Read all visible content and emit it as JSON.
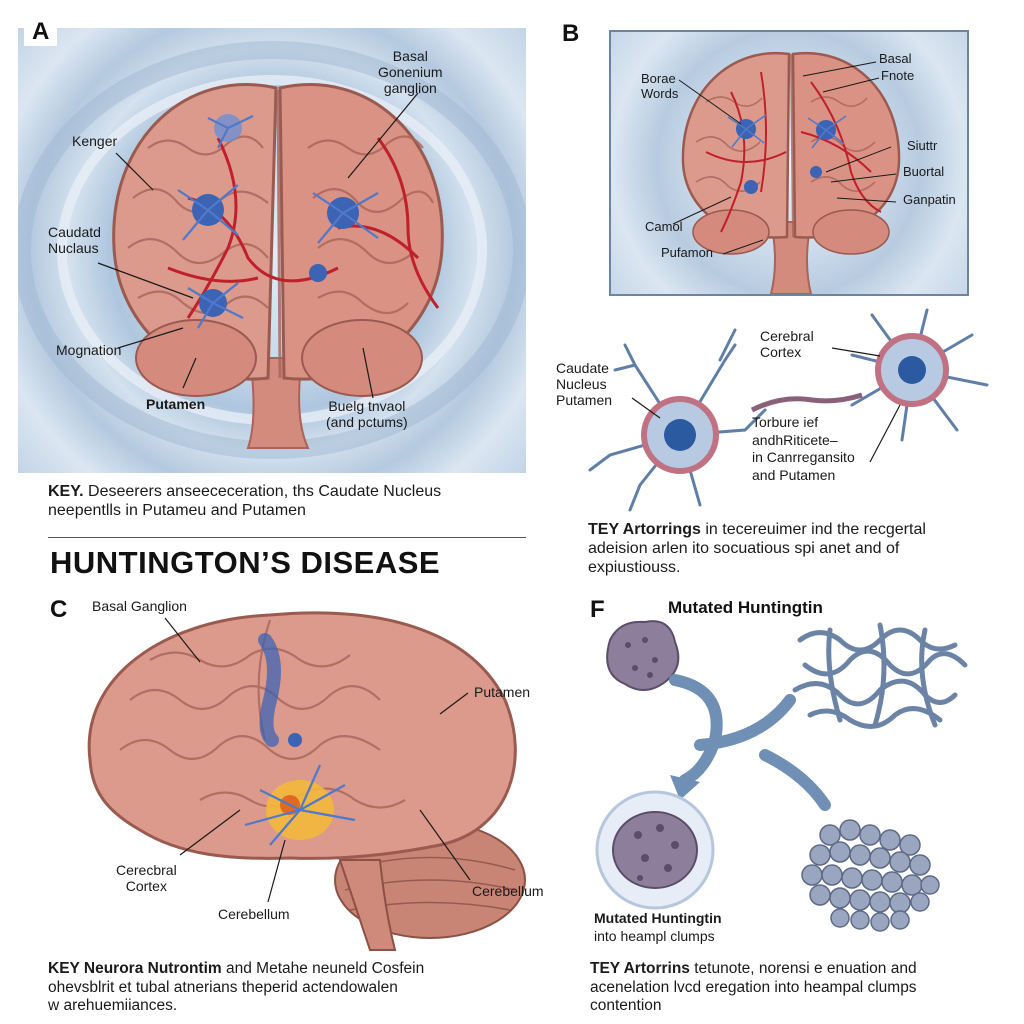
{
  "panels": {
    "a": {
      "letter": "A",
      "labels": {
        "basal": "Basal\nGonenium\nganglion",
        "kenger": "Kenger",
        "caudate": "Caudatd\nNuclaus",
        "magnation": "Mognation",
        "putamen": "Putamen",
        "bottom_right": "Buelg tnvaol\n(and pctums)"
      },
      "key_prefix": "KEY.",
      "key_text": " Deseerers anseececeration, ths Caudate Nucleus\nneepentlls in Putameu and Putamen"
    },
    "b": {
      "letter": "B",
      "labels": {
        "borae": "Borae\nWords",
        "basal": "Basal",
        "fnote": "Fnote",
        "siuttr": "Siuttr",
        "buortal": "Buortal",
        "ganpatin": "Ganpatin",
        "camol": "Camol",
        "pufamon": "Pufamon"
      }
    },
    "b_neurons": {
      "caudate": "Caudate\nNucleus\nPutamen",
      "cortex": "Cerebral\nCortex",
      "middle": "Torbure ief\nandhRiticete–\nin Canrregansito\nand Putamen",
      "key_prefix": "TEY Artorrings",
      "key_text": " in tecereuimer ind the recgertal\nadeision arlen ito socuatious spi anet and of\nexpiustiouss."
    },
    "title": "HUNTINGTON’S DISEASE",
    "c": {
      "letter": "C",
      "labels": {
        "basal": "Basal Ganglion",
        "putamen": "Putamen",
        "cortex": "Cerecbral\nCortex",
        "cerebellum_bottom": "Cerebellum",
        "cerebellum_right": "Cerebellum"
      },
      "key_prefix": "KEY Neurora Nutrontim",
      "key_text": " and Metahe neuneld Cosfein\nohevsblrit et tubal atnerians theperid actendowalen\nw arehuemiiances."
    },
    "f": {
      "letter": "F",
      "heading": "Mutated Huntingtin",
      "clump_label_bold": "Mutated Huntingtin",
      "clump_label": "into heampl clumps",
      "key_prefix": "TEY Artorrins",
      "key_text": " tetunote, norensi e enuation and\nacenelation lvcd eregation into heampal clumps\ncontention"
    }
  },
  "colors": {
    "brain": "#d9968a",
    "brain_dark": "#a86458",
    "vessel": "#c0202a",
    "neuron": "#3c63b4",
    "neuron_glow": "#6d8fd6",
    "protein": "#8a8fb0",
    "arrow": "#6f8fb4"
  },
  "icons": [
    "brain-illustration",
    "neuron-illustration",
    "protein-clump-illustration",
    "curved-arrow-icon"
  ]
}
